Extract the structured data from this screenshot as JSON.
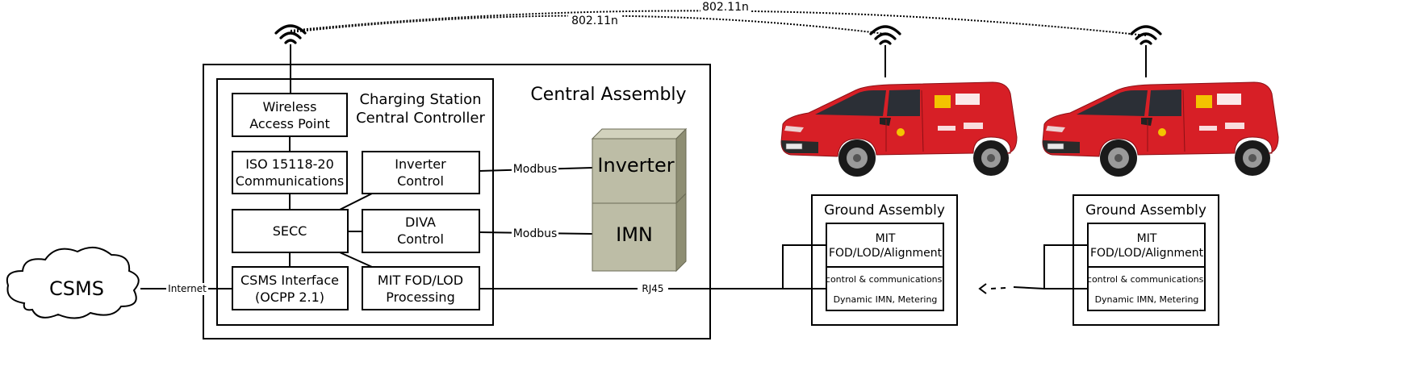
{
  "wireless_link_label": "802.11n",
  "central_assembly": {
    "title": "Central Assembly",
    "controller": {
      "title_line1": "Charging Station",
      "title_line2": "Central Controller",
      "wap_line1": "Wireless",
      "wap_line2": "Access Point",
      "iso_line1": "ISO 15118-20",
      "iso_line2": "Communications",
      "inverter_ctrl_line1": "Inverter",
      "inverter_ctrl_line2": "Control",
      "secc": "SECC",
      "diva_line1": "DIVA",
      "diva_line2": "Control",
      "csms_if_line1": "CSMS Interface",
      "csms_if_line2": "(OCPP 2.1)",
      "mit_proc_line1": "MIT FOD/LOD",
      "mit_proc_line2": "Processing"
    },
    "inverter": "Inverter",
    "imn": "IMN"
  },
  "links": {
    "modbus_inverter": "Modbus",
    "modbus_imn": "Modbus",
    "internet": "Internet",
    "rj45": "RJ45"
  },
  "csms": "CSMS",
  "ground_assembly": {
    "title": "Ground Assembly",
    "mit_line1": "MIT",
    "mit_line2": "FOD/LOD/Alignment",
    "control_line1": "control & communications:",
    "control_line2": "Dynamic IMN, Metering"
  },
  "colors": {
    "van_body": "#d71f26",
    "block_face": "#bdbda6",
    "block_side": "#8e8e73",
    "block_top": "#d2d2bd"
  }
}
